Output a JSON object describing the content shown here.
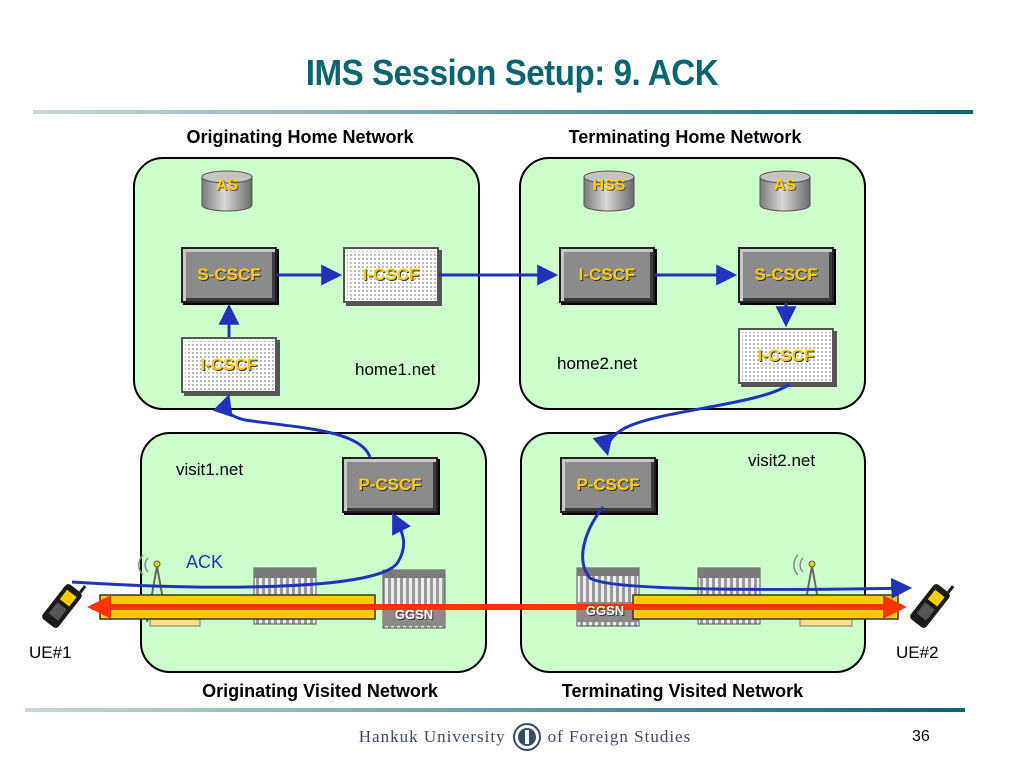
{
  "slide": {
    "title": "IMS Session Setup: 9. ACK",
    "page_number": "36"
  },
  "networks": {
    "originating_home": "Originating Home Network",
    "terminating_home": "Terminating Home Network",
    "originating_visited": "Originating Visited Network",
    "terminating_visited": "Terminating Visited Network"
  },
  "domains": {
    "home1": "home1.net",
    "home2": "home2.net",
    "visit1": "visit1.net",
    "visit2": "visit2.net"
  },
  "nodes": {
    "as1": "AS",
    "hss": "HSS",
    "as2": "AS",
    "scscf1": "S-CSCF",
    "icscf1_top": "I-CSCF",
    "icscf1_bottom": "I-CSCF",
    "icscf2": "I-CSCF",
    "scscf2": "S-CSCF",
    "icscf2_bottom": "I-CSCF",
    "pcscf1": "P-CSCF",
    "pcscf2": "P-CSCF",
    "ggsn1": "GGSN",
    "ggsn2": "GGSN"
  },
  "message": {
    "label": "ACK"
  },
  "endpoints": {
    "ue1": "UE#1",
    "ue2": "UE#2"
  },
  "footer": {
    "university": "Hankuk University",
    "of": "of Foreign Studies"
  },
  "colors": {
    "title": "#0b6470",
    "region_fill": "#ccffcc",
    "node_label": "#ffcc00",
    "signal_line": "#2233bb",
    "bearer_line": "#ff3300",
    "bearer_tunnel": "#ffcc00"
  }
}
